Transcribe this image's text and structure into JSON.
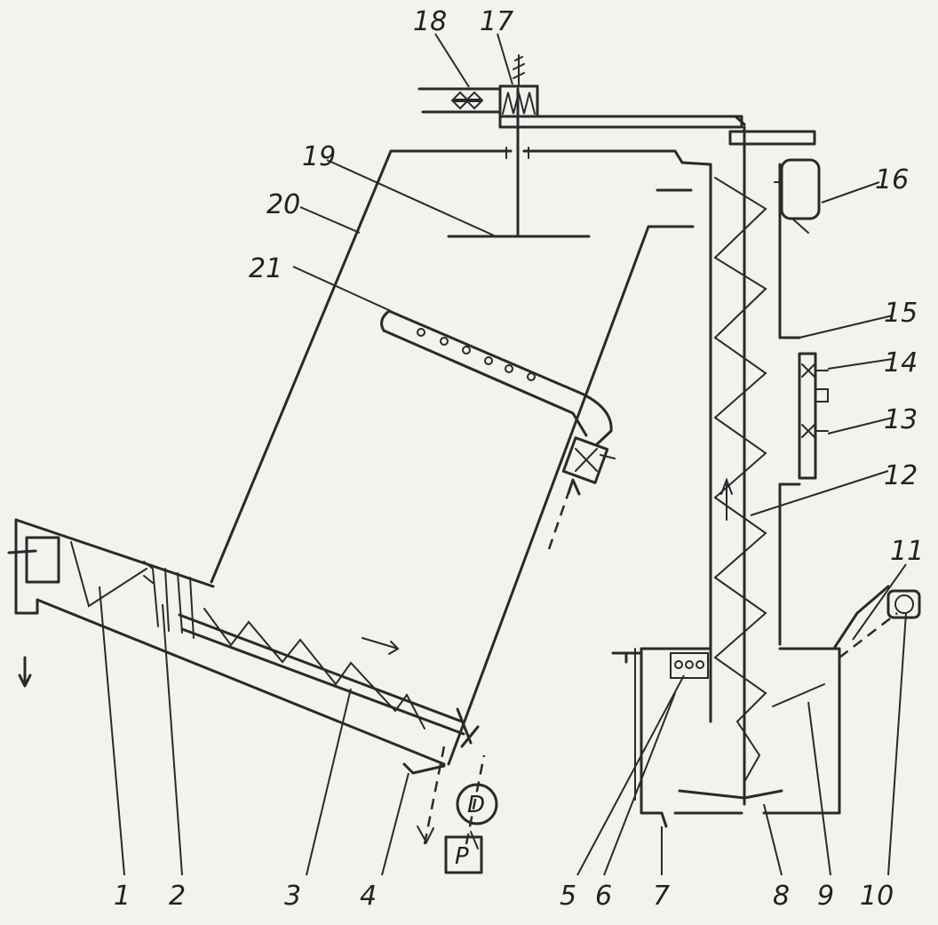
{
  "labels": {
    "n1": "1",
    "n2": "2",
    "n3": "3",
    "n4": "4",
    "n5": "5",
    "n6": "6",
    "n7": "7",
    "n8": "8",
    "n9": "9",
    "n10": "10",
    "n11": "11",
    "n12": "12",
    "n13": "13",
    "n14": "14",
    "n15": "15",
    "n16": "16",
    "n17": "17",
    "n18": "18",
    "n19": "19",
    "n20": "20",
    "n21": "21"
  },
  "boxes": {
    "d": "D",
    "p": "P"
  },
  "colors": {
    "ink": "#2a2a2a",
    "paper": "#f4f2ee"
  }
}
